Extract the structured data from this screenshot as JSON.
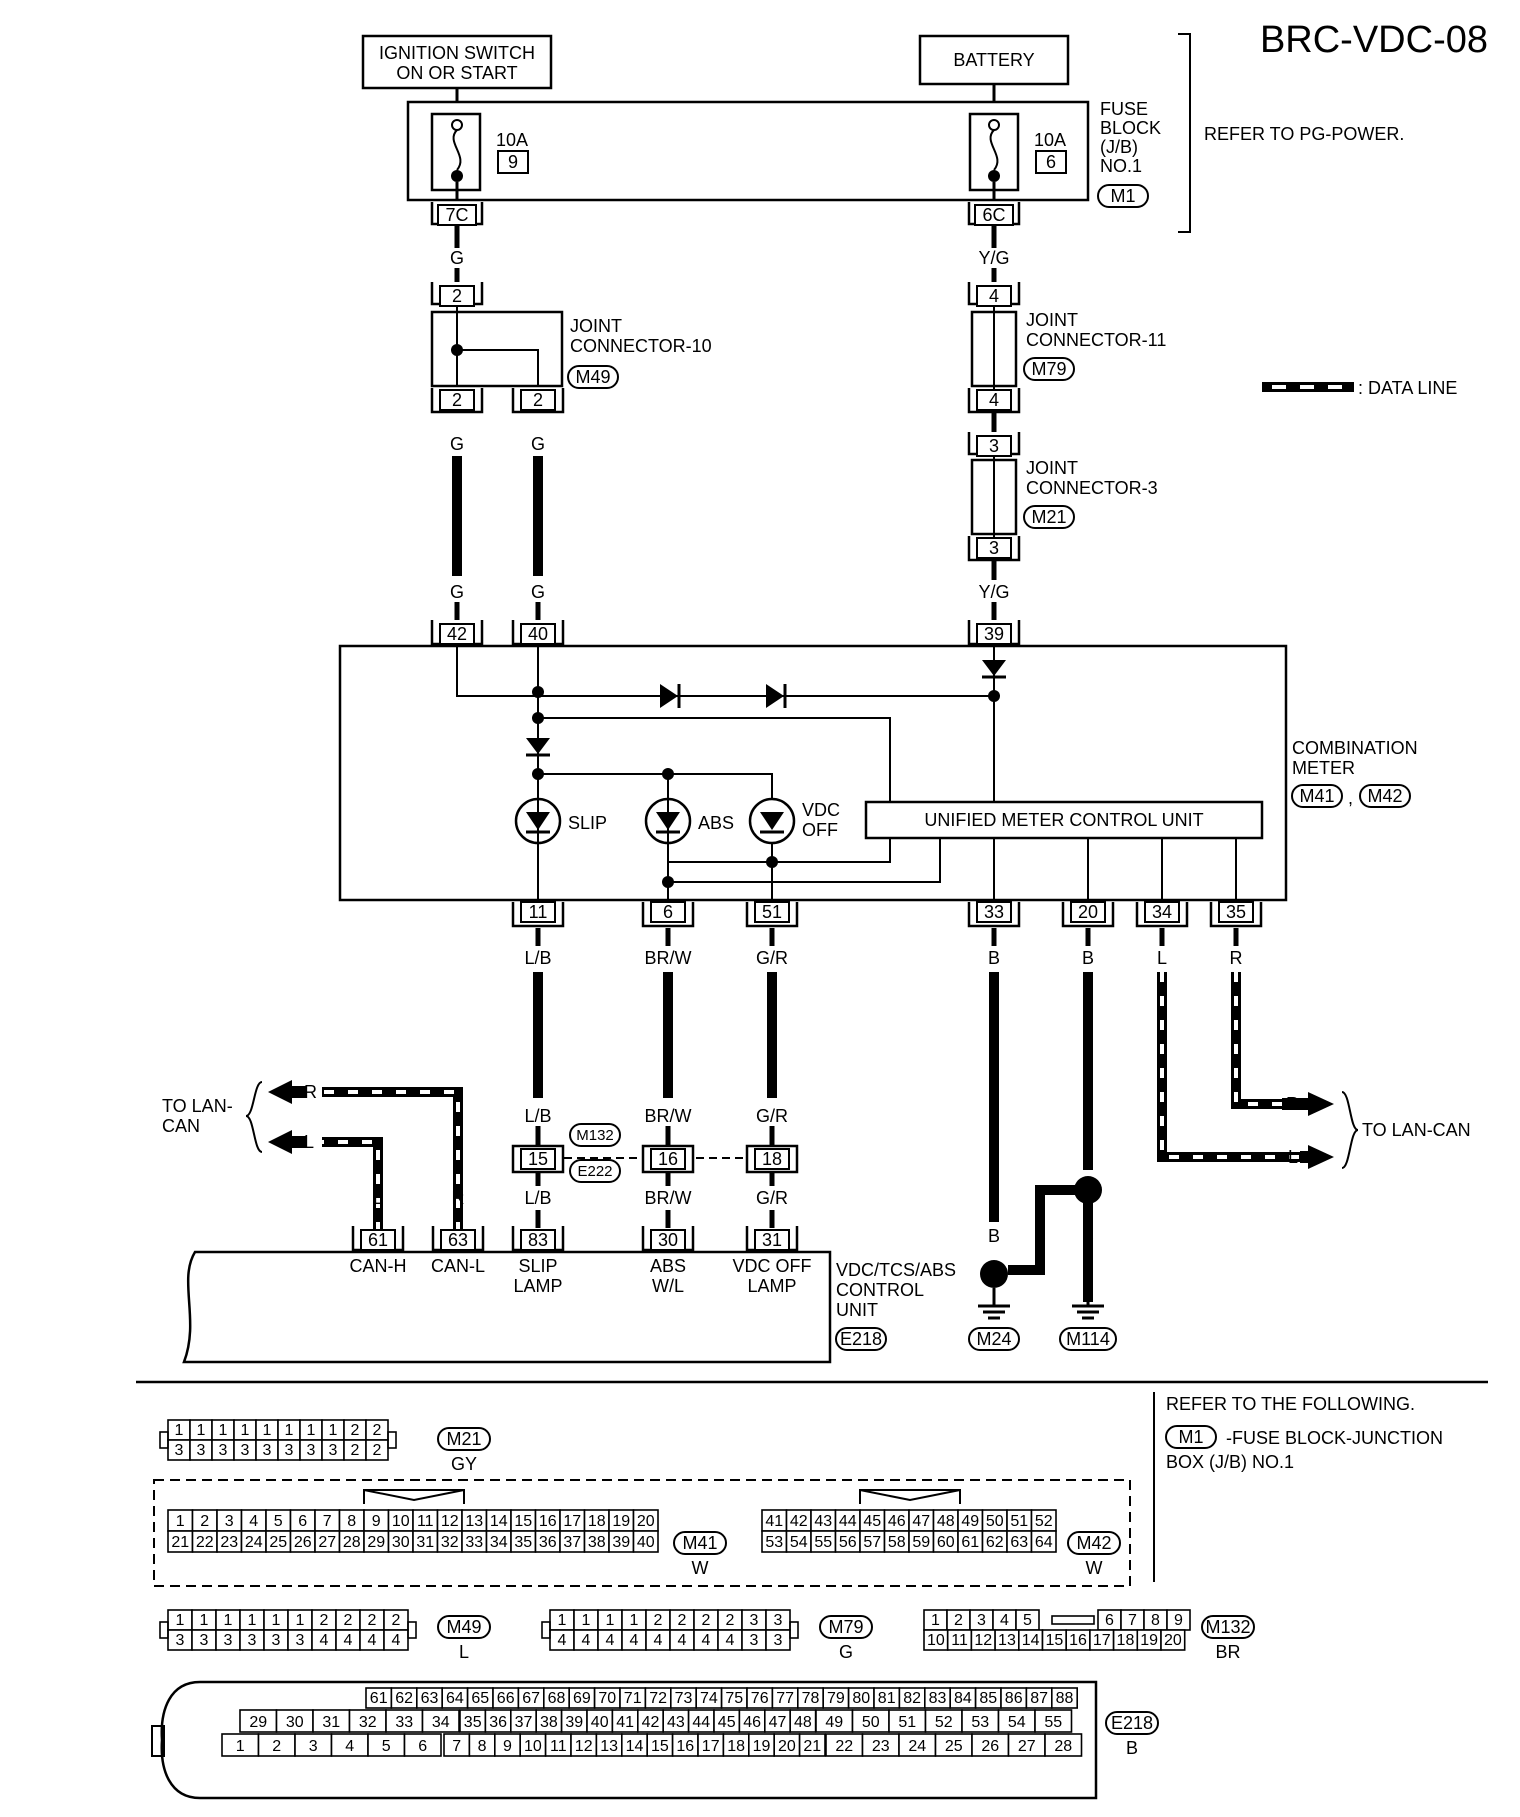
{
  "page_title": "BRC-VDC-08",
  "top": {
    "ignition_line1": "IGNITION SWITCH",
    "ignition_line2": "ON OR START",
    "battery": "BATTERY",
    "fuse_left_rating": "10A",
    "fuse_left_no": "9",
    "fuse_right_rating": "10A",
    "fuse_right_no": "6",
    "fuse_block_line1": "FUSE",
    "fuse_block_line2": "BLOCK",
    "fuse_block_line3": "(J/B)",
    "fuse_block_line4": "NO.1",
    "fuse_block_conn": "M1",
    "refer_pg": "REFER TO PG-POWER.",
    "term_7c": "7C",
    "term_6c": "6C"
  },
  "wires": {
    "g": "G",
    "yg": "Y/G",
    "lb": "L/B",
    "brw": "BR/W",
    "gr": "G/R",
    "b": "B",
    "l": "L",
    "r": "R"
  },
  "joints": {
    "jc10_line1": "JOINT",
    "jc10_line2": "CONNECTOR-10",
    "jc10_conn": "M49",
    "jc11_line1": "JOINT",
    "jc11_line2": "CONNECTOR-11",
    "jc11_conn": "M79",
    "jc3_line1": "JOINT",
    "jc3_line2": "CONNECTOR-3",
    "jc3_conn": "M21",
    "pin_2": "2",
    "pin_4": "4",
    "pin_3": "3"
  },
  "legend_data_line": ": DATA LINE",
  "meter": {
    "label_line1": "COMBINATION",
    "label_line2": "METER",
    "conn1": "M41",
    "conn2": "M42",
    "comma": ",",
    "unit": "UNIFIED METER CONTROL UNIT",
    "lamp_slip": "SLIP",
    "lamp_abs": "ABS",
    "lamp_vdc1": "VDC",
    "lamp_vdc2": "OFF",
    "pin_42": "42",
    "pin_40": "40",
    "pin_39": "39",
    "pin_11": "11",
    "pin_6": "6",
    "pin_51": "51",
    "pin_33": "33",
    "pin_20": "20",
    "pin_34": "34",
    "pin_35": "35"
  },
  "lan": {
    "left_line1": "TO LAN-",
    "left_line2": "CAN",
    "right": "TO LAN-CAN"
  },
  "inline": {
    "m132": "M132",
    "e222": "E222",
    "pin_15": "15",
    "pin_16": "16",
    "pin_18": "18"
  },
  "vdc": {
    "pin_61": "61",
    "pin_63": "63",
    "pin_83": "83",
    "pin_30": "30",
    "pin_31": "31",
    "can_h": "CAN-H",
    "can_l": "CAN-L",
    "slip1": "SLIP",
    "slip2": "LAMP",
    "abs1": "ABS",
    "abs2": "W/L",
    "vdcoff1": "VDC OFF",
    "vdcoff2": "LAMP",
    "label_line1": "VDC/TCS/ABS",
    "label_line2": "CONTROL",
    "label_line3": "UNIT",
    "conn": "E218"
  },
  "grounds": {
    "m24": "M24",
    "m114": "M114"
  },
  "refer": {
    "line1": "REFER TO THE FOLLOWING.",
    "conn": "M1",
    "line2": "-FUSE BLOCK-JUNCTION",
    "line3": "BOX (J/B) NO.1"
  },
  "connectors": {
    "m21": {
      "id": "M21",
      "color": "GY",
      "row1": [
        "1",
        "1",
        "1",
        "1",
        "1",
        "1",
        "1",
        "1",
        "2",
        "2"
      ],
      "row2": [
        "3",
        "3",
        "3",
        "3",
        "3",
        "3",
        "3",
        "3",
        "2",
        "2"
      ]
    },
    "m41": {
      "id": "M41",
      "color": "W",
      "row1": [
        "1",
        "2",
        "3",
        "4",
        "5",
        "6",
        "7",
        "8",
        "9",
        "10",
        "11",
        "12",
        "13",
        "14",
        "15",
        "16",
        "17",
        "18",
        "19",
        "20"
      ],
      "row2": [
        "21",
        "22",
        "23",
        "24",
        "25",
        "26",
        "27",
        "28",
        "29",
        "30",
        "31",
        "32",
        "33",
        "34",
        "35",
        "36",
        "37",
        "38",
        "39",
        "40"
      ]
    },
    "m42": {
      "id": "M42",
      "color": "W",
      "row1": [
        "41",
        "42",
        "43",
        "44",
        "45",
        "46",
        "47",
        "48",
        "49",
        "50",
        "51",
        "52"
      ],
      "row2": [
        "53",
        "54",
        "55",
        "56",
        "57",
        "58",
        "59",
        "60",
        "61",
        "62",
        "63",
        "64"
      ]
    },
    "m49": {
      "id": "M49",
      "color": "L",
      "row1": [
        "1",
        "1",
        "1",
        "1",
        "1",
        "1",
        "2",
        "2",
        "2",
        "2"
      ],
      "row2": [
        "3",
        "3",
        "3",
        "3",
        "3",
        "3",
        "4",
        "4",
        "4",
        "4"
      ]
    },
    "m79": {
      "id": "M79",
      "color": "G",
      "row1": [
        "1",
        "1",
        "1",
        "1",
        "2",
        "2",
        "2",
        "2",
        "3",
        "3"
      ],
      "row2": [
        "4",
        "4",
        "4",
        "4",
        "4",
        "4",
        "4",
        "4",
        "3",
        "3"
      ]
    },
    "m132": {
      "id": "M132",
      "color": "BR",
      "row1": [
        "1",
        "2",
        "3",
        "4",
        "5",
        "6",
        "7",
        "8",
        "9"
      ],
      "row2": [
        "10",
        "11",
        "12",
        "13",
        "14",
        "15",
        "16",
        "17",
        "18",
        "19",
        "20"
      ]
    },
    "e218": {
      "id": "E218",
      "color": "B",
      "row1": [
        "61",
        "62",
        "63",
        "64",
        "65",
        "66",
        "67",
        "68",
        "69",
        "70",
        "71",
        "72",
        "73",
        "74",
        "75",
        "76",
        "77",
        "78",
        "79",
        "80",
        "81",
        "82",
        "83",
        "84",
        "85",
        "86",
        "87",
        "88"
      ],
      "row2a": [
        "29",
        "30",
        "31",
        "32",
        "33",
        "34"
      ],
      "row2b": [
        "35",
        "36",
        "37",
        "38",
        "39",
        "40",
        "41",
        "42",
        "43",
        "44",
        "45",
        "46",
        "47",
        "48"
      ],
      "row2c": [
        "49",
        "50",
        "51",
        "52",
        "53",
        "54",
        "55"
      ],
      "row3a": [
        "1",
        "2",
        "3",
        "4",
        "5",
        "6"
      ],
      "row3b": [
        "7",
        "8",
        "9",
        "10",
        "11",
        "12",
        "13",
        "14",
        "15",
        "16",
        "17",
        "18",
        "19",
        "20",
        "21"
      ],
      "row3c": [
        "22",
        "23",
        "24",
        "25",
        "26",
        "27",
        "28"
      ]
    }
  }
}
